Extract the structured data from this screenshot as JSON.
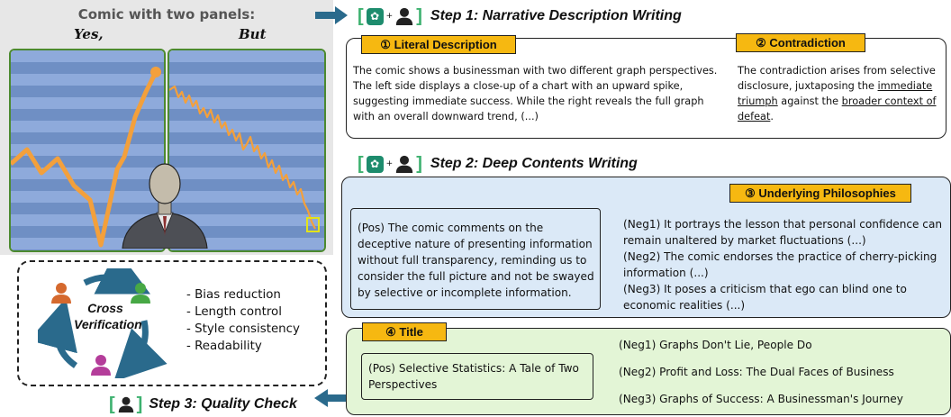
{
  "comic": {
    "title": "Comic with two panels:",
    "panel_left_label": "Yes,",
    "panel_right_label": "But"
  },
  "verification": {
    "label_line1": "Cross",
    "label_line2": "Verification",
    "items": [
      "- Bias reduction",
      "- Length control",
      "- Style consistency",
      "- Readability"
    ]
  },
  "step1": {
    "heading": "Step 1: Narrative Description Writing",
    "literal_tag": "① Literal Description",
    "literal_text": "The comic shows a businessman with two different graph perspectives. The left side displays a close-up of a chart with an upward spike, suggesting immediate success. While the right reveals the full graph with an overall downward trend, (...)",
    "contradiction_tag": "② Contradiction",
    "contradiction_pre": "The contradiction arises from selective disclosure, juxtaposing the ",
    "contradiction_u1": "immediate triumph",
    "contradiction_mid": " against the ",
    "contradiction_u2": "broader context of defeat",
    "contradiction_post": "."
  },
  "step2": {
    "heading": "Step 2: Deep Contents Writing",
    "philosophy_tag": "③ Underlying Philosophies",
    "pos": "(Pos) The comic comments on the deceptive nature of presenting information without full transparency, reminding us to consider the full picture and not be swayed by selective or incomplete information.",
    "neg1": "(Neg1) It portrays the lesson that personal confidence can remain unaltered by market fluctuations (...)",
    "neg2": "(Neg2) The comic endorses the practice of cherry-picking information (...)",
    "neg3": "(Neg3) It poses a criticism that ego can blind one to economic realities (...)"
  },
  "title_box": {
    "tag": "④ Title",
    "pos": "(Pos) Selective Statistics: A Tale of Two Perspectives",
    "neg1": "(Neg1) Graphs Don't Lie, People Do",
    "neg2": "(Neg2) Profit and Loss: The Dual Faces of Business",
    "neg3": "(Neg3) Graphs of Success: A Businessman's Journey"
  },
  "step3": {
    "heading": "Step 3: Quality Check"
  },
  "icons": {
    "gpt": "chatgpt-icon",
    "person": "person-icon",
    "arrow": "arrow-icon"
  },
  "colors": {
    "accent_tag": "#f6b811",
    "step2_bg": "#dbe9f7",
    "title_bg": "#e3f5d6",
    "bracket": "#3db16f",
    "arrow": "#2a6a8c"
  }
}
